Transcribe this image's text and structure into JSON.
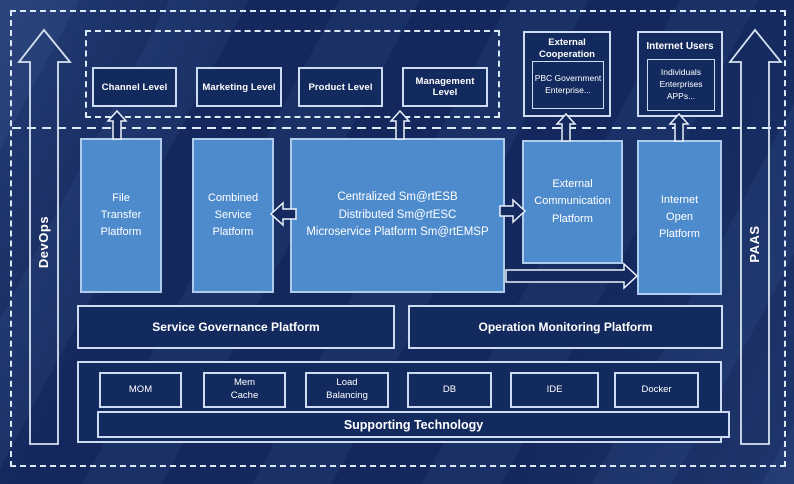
{
  "rails": {
    "devops_label": "DevOps",
    "paas_label": "PAAS"
  },
  "top_band": {
    "levels": [
      "Channel Level",
      "Marketing Level",
      "Product Level",
      "Management Level"
    ],
    "external_cooperation": {
      "title": "External\nCooperation",
      "members": "PBC Government\nEnterprise..."
    },
    "internet_users": {
      "title": "Internet Users",
      "members": "Individuals\nEnterprises\nAPPs..."
    }
  },
  "platforms": {
    "file_transfer": "File\nTransfer\nPlatform",
    "combined_service": "Combined\nService\nPlatform",
    "esb_suite": "Centralized Sm@rtESB\nDistributed Sm@rtESC\nMicroservice Platform Sm@rtEMSP",
    "external_communication": "External\nCommunication\nPlatform",
    "internet_open": "Internet\nOpen\nPlatform"
  },
  "governance_row": {
    "service_governance": "Service Governance Platform",
    "operation_monitoring": "Operation Monitoring Platform"
  },
  "supporting_section": {
    "technologies": [
      "MOM",
      "Mem\nCache",
      "Load\nBalancing",
      "DB",
      "IDE",
      "Docker"
    ],
    "banner": "Supporting Technology"
  },
  "colors": {
    "background": "#14295E",
    "platform_blue": "#4E8BCD",
    "outline_white": "#FFFFFF",
    "dashed_line": "#DDE8F6"
  }
}
